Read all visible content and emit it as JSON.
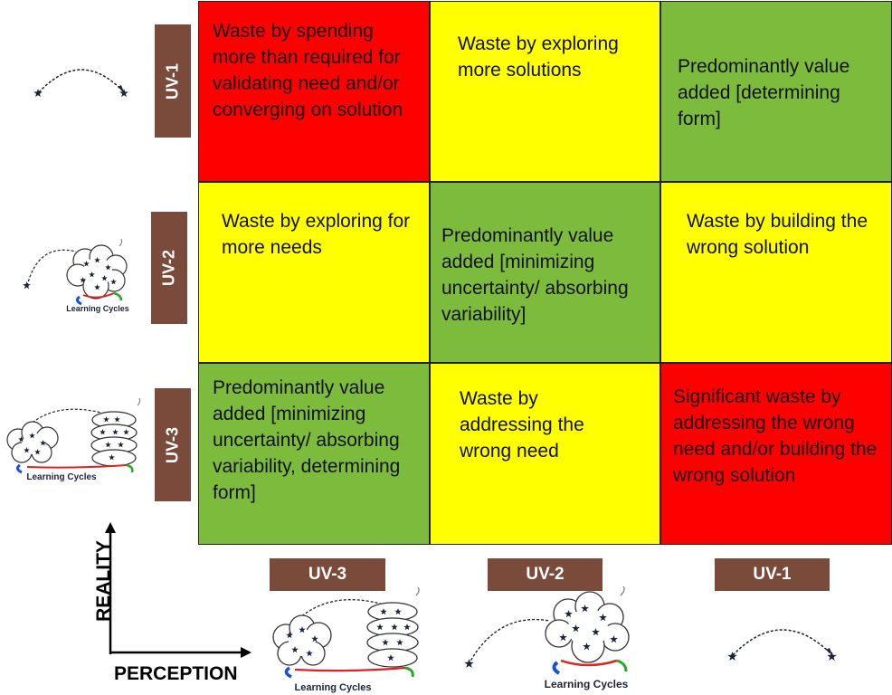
{
  "colors": {
    "red": "#ff0000",
    "yellow": "#ffff00",
    "green": "#7dbb3c",
    "tab": "#7a4b3a"
  },
  "row_labels": [
    "UV-1",
    "UV-2",
    "UV-3"
  ],
  "column_labels": [
    "UV-3",
    "UV-2",
    "UV-1"
  ],
  "icon_caption": "Learning Cycles",
  "axes": {
    "vertical": "REALITY",
    "horizontal": "PERCEPTION"
  },
  "cells": [
    [
      "Waste by spending more than required for validating need and/or converging on solution",
      "Waste by exploring more solutions",
      "Predominantly value added [determining form]"
    ],
    [
      "Waste by exploring for more needs",
      "Predominantly value added [minimizing uncertainty/ absorbing variability]",
      "Waste by building the wrong solution"
    ],
    [
      "Predominantly value added [minimizing uncertainty/ absorbing variability, determining form]",
      "Waste by addressing the wrong need",
      "Significant waste by addressing the wrong need and/or building the wrong solution"
    ]
  ],
  "cell_colors": [
    [
      "red",
      "yellow",
      "green"
    ],
    [
      "yellow",
      "green",
      "yellow"
    ],
    [
      "green",
      "yellow",
      "red"
    ]
  ]
}
